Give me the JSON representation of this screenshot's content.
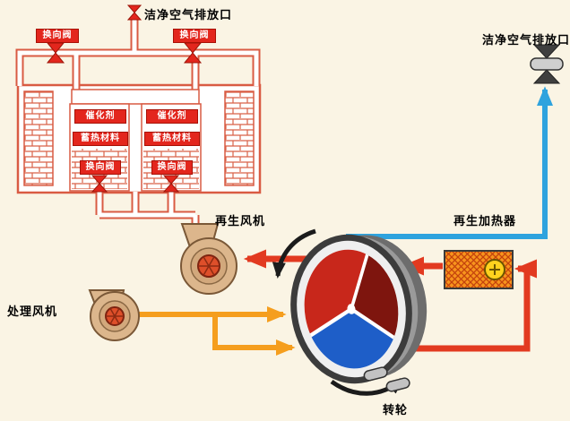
{
  "colors": {
    "background": "#FAF4E4",
    "rto_structure_red": "#D95B43",
    "valve_red": "#E3261D",
    "flow_orange": "#F59E1E",
    "flow_red": "#E23A20",
    "flow_blue": "#2EA3DE",
    "wheel_sector_red": "#C8271B",
    "wheel_sector_maroon": "#7E150E",
    "wheel_sector_blue": "#1E5EC8",
    "fan_body_tan": "#DCB68C",
    "heater_orange": "#F7941D",
    "burner_yellow": "#FFD21E"
  },
  "labels": {
    "top_outlet": "洁净空气排放口",
    "right_outlet": "洁净空气排放口",
    "regen_fan": "再生风机",
    "process_fan": "处理风机",
    "heater": "再生加热器",
    "wheel": "转轮"
  },
  "rto": {
    "valves": {
      "top_left": "换向阀",
      "top_right": "换向阀",
      "bottom_left": "换向阀",
      "bottom_right": "换向阀"
    },
    "towers": [
      {
        "catalyst": "催化剂",
        "heat_storage": "蓄热材料"
      },
      {
        "catalyst": "催化剂",
        "heat_storage": "蓄热材料"
      }
    ]
  }
}
